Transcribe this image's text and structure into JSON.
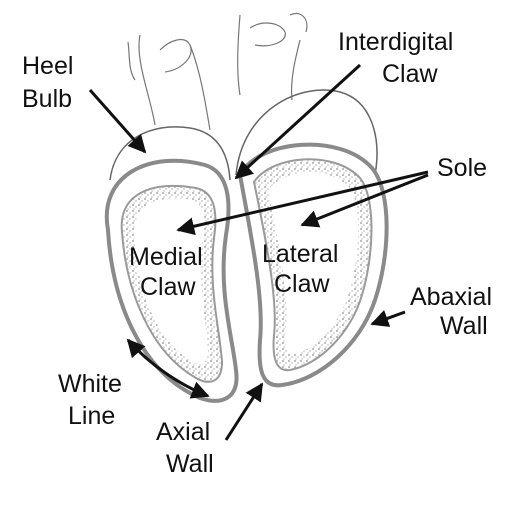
{
  "labels": {
    "heel_bulb": [
      "Heel",
      "Bulb"
    ],
    "interdigital_claw": [
      "Interdigital",
      "Claw"
    ],
    "sole": "Sole",
    "medial_claw": [
      "Medial",
      "Claw"
    ],
    "lateral_claw": [
      "Lateral",
      "Claw"
    ],
    "abaxial_wall": [
      "Abaxial",
      "Wall"
    ],
    "white_line": [
      "White",
      "Line"
    ],
    "axial_wall": [
      "Axial",
      "Wall"
    ]
  },
  "colors": {
    "ink": "#111111",
    "outline": "#666666",
    "wall": "#8a8a8a",
    "sole_stipple": "#9a9a9a",
    "background": "#ffffff"
  }
}
